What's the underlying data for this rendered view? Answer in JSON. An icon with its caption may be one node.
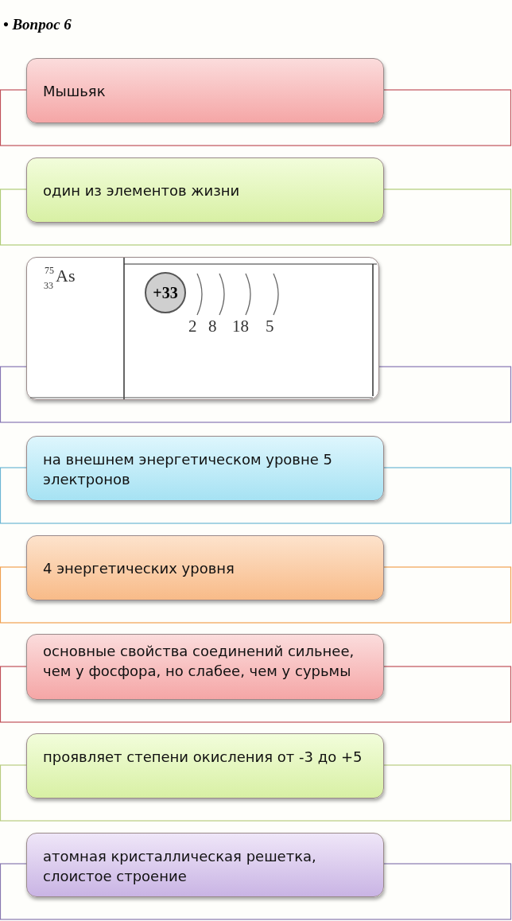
{
  "diagram": {
    "title": "• Вопрос 6",
    "nodes": [
      {
        "text": [
          "Мышьяк"
        ]
      },
      {
        "text": [
          "один из элементов жизни"
        ]
      },
      {
        "text": [
          "$^{75}$$_{33}$As",
          "2",
          "8",
          "18",
          "5"
        ]
      },
      {
        "text": [
          "+33"
        ],
        "in": 2
      },
      {
        "text": [
          "на внешнем энергетическом уровне 5 электронов"
        ]
      },
      {
        "text": [
          "4 энергетических уровня"
        ]
      },
      {
        "text": [
          "основные свойства соединений сильнее, чем у  фосфора, но слабее, чем у сурьмы"
        ]
      },
      {
        "text": [
          "проявляет степени окисления от -3 до +5"
        ]
      },
      {
        "text": [
          "атомная кристаллическая решетка, слоистое строение"
        ]
      }
    ]
  }
}
